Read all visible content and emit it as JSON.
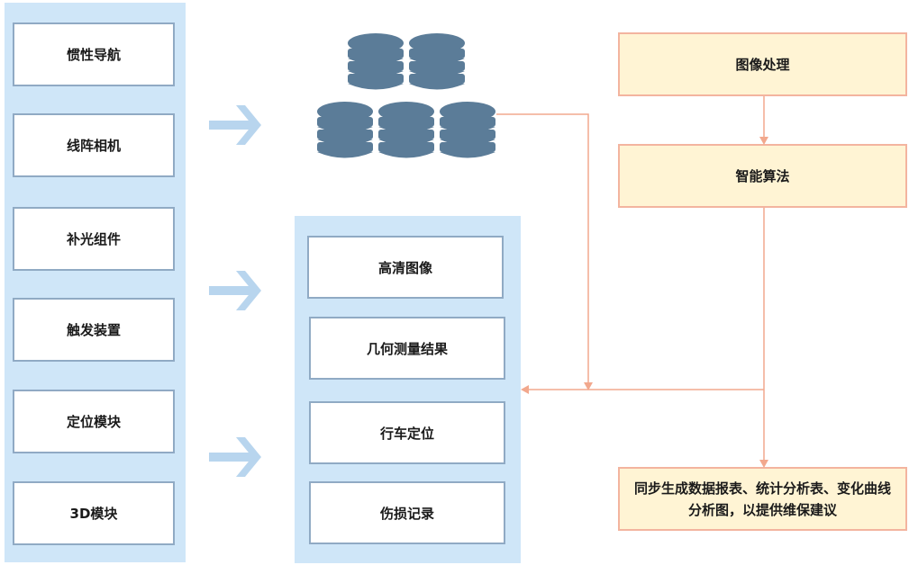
{
  "devices": [
    "惯性导航",
    "线阵相机",
    "补光组件",
    "触发装置",
    "定位模块",
    "3D模块"
  ],
  "outputs": [
    "高清图像",
    "几何测量结果",
    "行车定位",
    "伤损记录"
  ],
  "processing": {
    "image_processing": "图像处理",
    "algorithm": "智能算法",
    "result_line1": "同步生成数据报表、统计分析表、变化曲线",
    "result_line2": "分析图，以提供维保建议"
  },
  "colors": {
    "blue_panel": "#cfe6f8",
    "box_border": "#90aac4",
    "arrow_blue": "#b8d5ee",
    "database": "#5b7c98",
    "orange_line": "#f2a88d",
    "orange_fill": "#fff4d4"
  },
  "icons": [
    "arrow-right-icon",
    "database-icon"
  ]
}
